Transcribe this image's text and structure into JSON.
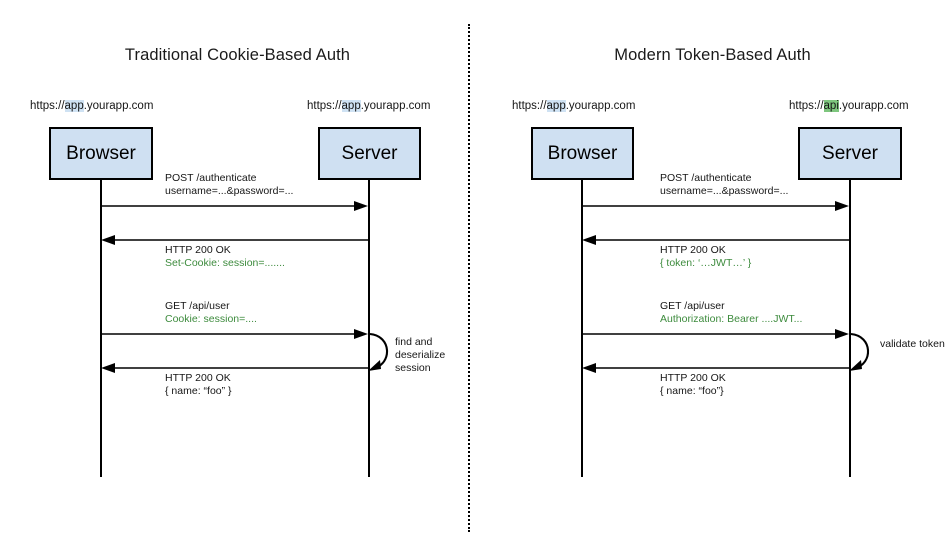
{
  "diagram": {
    "title_left": "Traditional Cookie-Based Auth",
    "title_right": "Modern Token-Based Auth",
    "colors": {
      "actor_fill": "#cfe0f2",
      "actor_stroke": "#000000",
      "green_text": "#3d8b3d",
      "highlight_blue": "#cfe2f3",
      "highlight_green": "#7ec67e"
    }
  },
  "left_panel": {
    "title": "Traditional Cookie-Based Auth",
    "browser": {
      "label": "Browser",
      "url_prefix": "https://",
      "url_highlight": "app",
      "url_suffix": ".yourapp.com",
      "highlight_color": "blue"
    },
    "server": {
      "label": "Server",
      "url_prefix": "https://",
      "url_highlight": "app",
      "url_suffix": ".yourapp.com",
      "highlight_color": "blue"
    },
    "messages": [
      {
        "line1": "POST /authenticate",
        "line2": "username=...&password=...",
        "line2_green": false,
        "direction": "right"
      },
      {
        "line1": "HTTP 200 OK",
        "line2": "Set-Cookie: session=.......",
        "line2_green": true,
        "direction": "left"
      },
      {
        "line1": "GET /api/user",
        "line2": "Cookie: session=....",
        "line2_green": true,
        "direction": "right"
      },
      {
        "line1": "HTTP 200 OK",
        "line2": "{ name: “foo” }",
        "line2_green": false,
        "direction": "left"
      }
    ],
    "self_note": {
      "line1": "find and",
      "line2": "deserialize",
      "line3": "session"
    }
  },
  "right_panel": {
    "title": "Modern Token-Based Auth",
    "browser": {
      "label": "Browser",
      "url_prefix": "https://",
      "url_highlight": "app",
      "url_suffix": ".yourapp.com",
      "highlight_color": "blue"
    },
    "server": {
      "label": "Server",
      "url_prefix": "https://",
      "url_highlight": "api",
      "url_suffix": ".yourapp.com",
      "highlight_color": "green"
    },
    "messages": [
      {
        "line1": "POST /authenticate",
        "line2": "username=...&password=...",
        "line2_green": false,
        "direction": "right"
      },
      {
        "line1": "HTTP 200 OK",
        "line2": "{ token: ‘…JWT…’ }",
        "line2_green": true,
        "direction": "left"
      },
      {
        "line1": "GET /api/user",
        "line2": "Authorization: Bearer ....JWT...",
        "line2_green": true,
        "direction": "right"
      },
      {
        "line1": "HTTP 200 OK",
        "line2": "{ name: “foo”}",
        "line2_green": false,
        "direction": "left"
      }
    ],
    "self_note": {
      "line1": "validate token"
    }
  }
}
